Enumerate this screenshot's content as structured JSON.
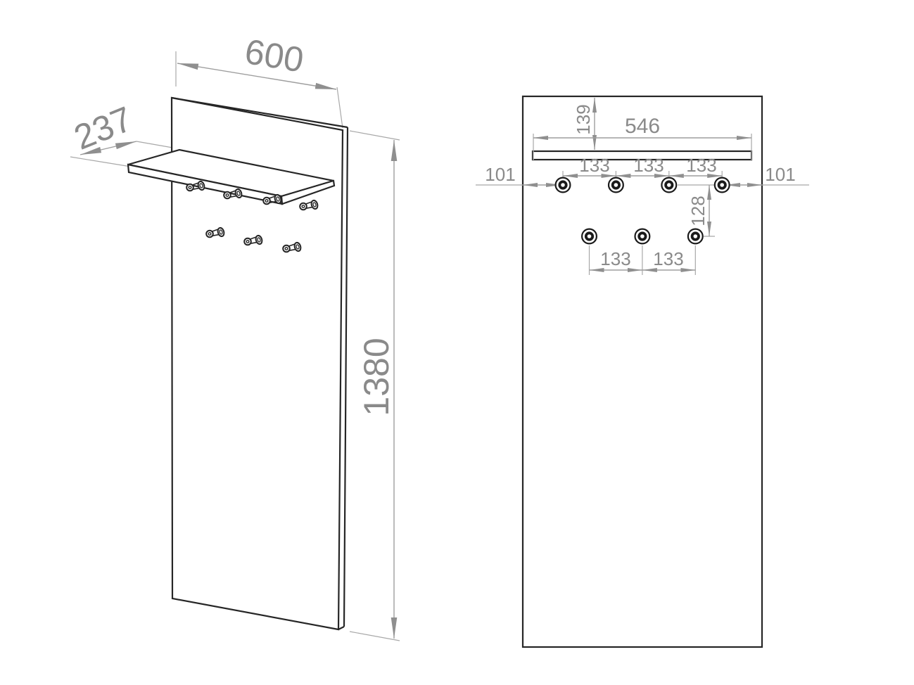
{
  "page": {
    "background": "#ffffff",
    "title": "wall-panel-coat-rack-technical-drawing"
  },
  "palette": {
    "outline_color": "#262626",
    "dimension_line_color": "#9e9e9e",
    "dimension_text_color": "#8a8a8a"
  },
  "views": {
    "side": {
      "title": "perspective-view",
      "width_label": "600",
      "depth_label": "237",
      "height_label": "1380"
    },
    "front": {
      "title": "front-view",
      "shelf_top_offset_label": "139",
      "shelf_width_label": "546",
      "left_margin_label": "101",
      "right_margin_label": "101",
      "top_hook_spacing_labels": [
        "133",
        "133",
        "133"
      ],
      "row_gap_label": "128",
      "bottom_hook_spacing_labels": [
        "133",
        "133"
      ]
    }
  }
}
